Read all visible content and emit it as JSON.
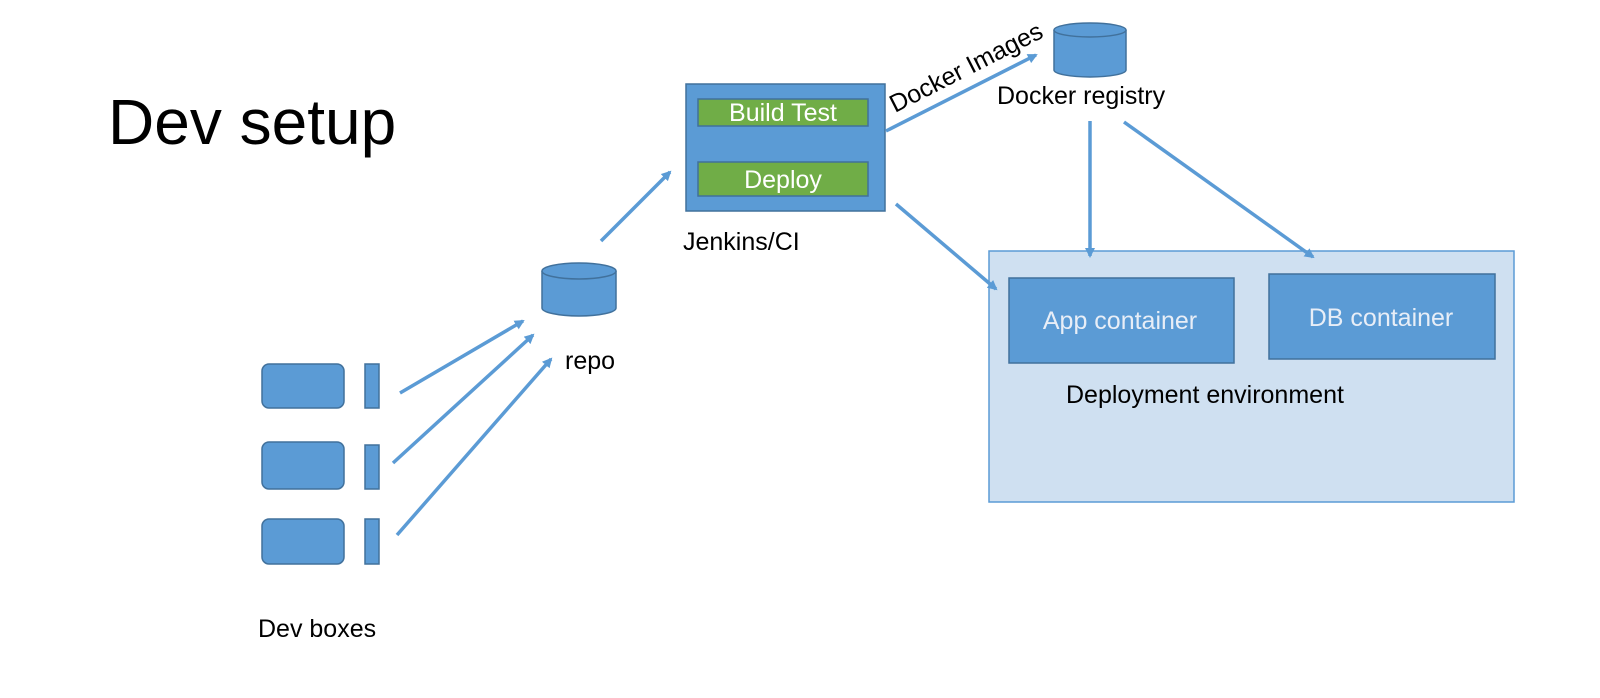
{
  "title": "Dev setup",
  "dev_boxes": {
    "label": "Dev boxes",
    "count": 3
  },
  "repo": {
    "label": "repo"
  },
  "jenkins": {
    "label": "Jenkins/CI",
    "steps": [
      "Build Test",
      "Deploy"
    ]
  },
  "registry": {
    "label": "Docker registry",
    "edge_label": "Docker Images"
  },
  "deployment": {
    "label": "Deployment environment",
    "containers": [
      "App container",
      "DB container"
    ]
  },
  "colors": {
    "node_fill": "#5b9bd5",
    "node_stroke": "#41719c",
    "step_fill": "#70ad47",
    "env_fill": "#cfe0f1",
    "arrow": "#5b9bd5"
  }
}
